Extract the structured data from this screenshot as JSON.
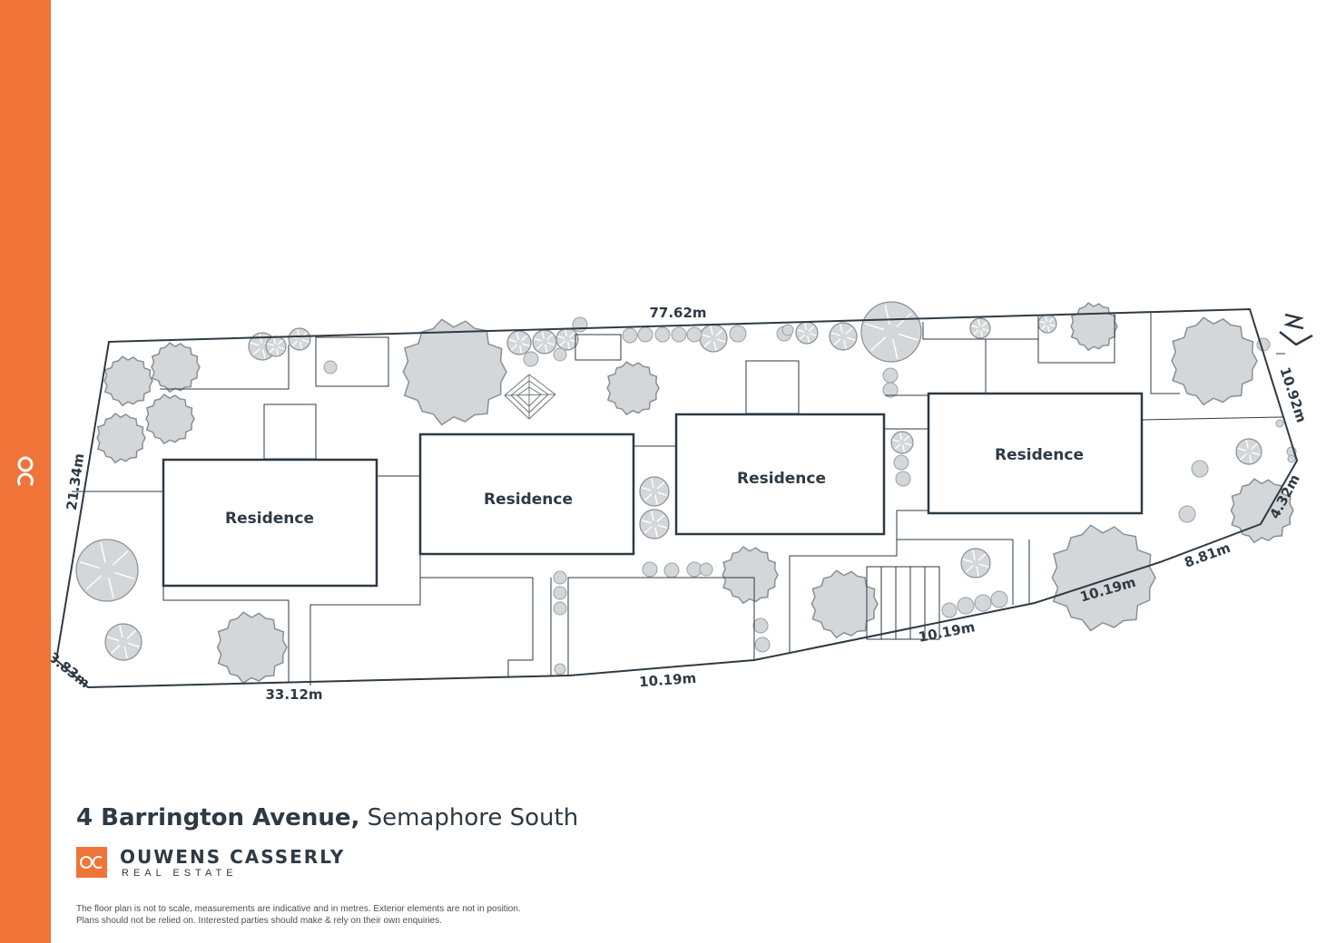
{
  "brand": {
    "accent_color": "#f07338",
    "name": "OUWENS CASSERLY",
    "sub": "REAL ESTATE",
    "logo_icon": "oc-monogram-icon"
  },
  "plan": {
    "north_icon": "north-arrow-icon",
    "boundary_dimensions": {
      "north": "77.62m",
      "east": "10.92m",
      "east_lower": "4.32m",
      "south_east": "8.81m",
      "south_3": "10.19m",
      "south_2": "10.19m",
      "south_1": "10.19m",
      "south_west": "33.12m",
      "west": "21.34m",
      "corner": "3.83m"
    },
    "residences": [
      "Residence",
      "Residence",
      "Residence",
      "Residence"
    ],
    "tree_icon": "tree-icon",
    "shrub_icon": "shrub-icon",
    "structure_icon": "pyramid-roof-icon",
    "steps_icon": "steps-icon"
  },
  "address": {
    "street": "4 Barrington Avenue,",
    "suburb": "Semaphore South"
  },
  "disclaimer": {
    "line1": "The floor plan is not to scale, measurements are indicative and in metres. Exterior elements are not in position.",
    "line2": "Plans should not be relied on. Interested parties should make & rely on their own enquiries."
  }
}
